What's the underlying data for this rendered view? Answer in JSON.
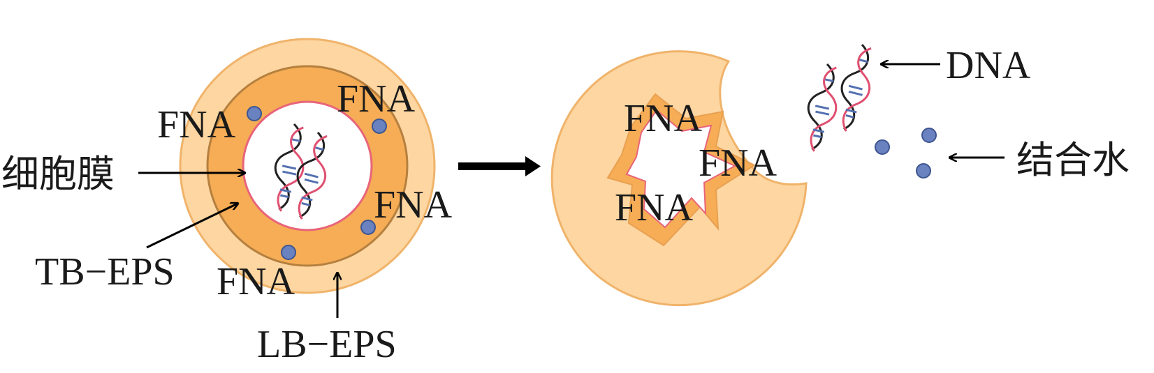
{
  "labels": {
    "fna": "FNA",
    "cell_membrane": "细胞膜",
    "tb_eps": "TB−EPS",
    "lb_eps": "LB−EPS",
    "dna": "DNA",
    "bound_water": "结合水"
  },
  "colors": {
    "lb_eps_fill": "#fdd6a2",
    "lb_eps_stroke": "#f0b36a",
    "tb_eps_fill": "#f6ad55",
    "tb_eps_stroke": "#b5803f",
    "membrane_stroke": "#e8647a",
    "cell_fill": "#ffffff",
    "dot_fill": "#6a83c0",
    "dot_stroke": "#3d5590",
    "arrow": "#000000",
    "dna_dark": "#222222",
    "dna_red": "#e05070",
    "dna_blue": "#5470b0"
  },
  "icons": {
    "dna_helix": "dna-helix-icon"
  }
}
